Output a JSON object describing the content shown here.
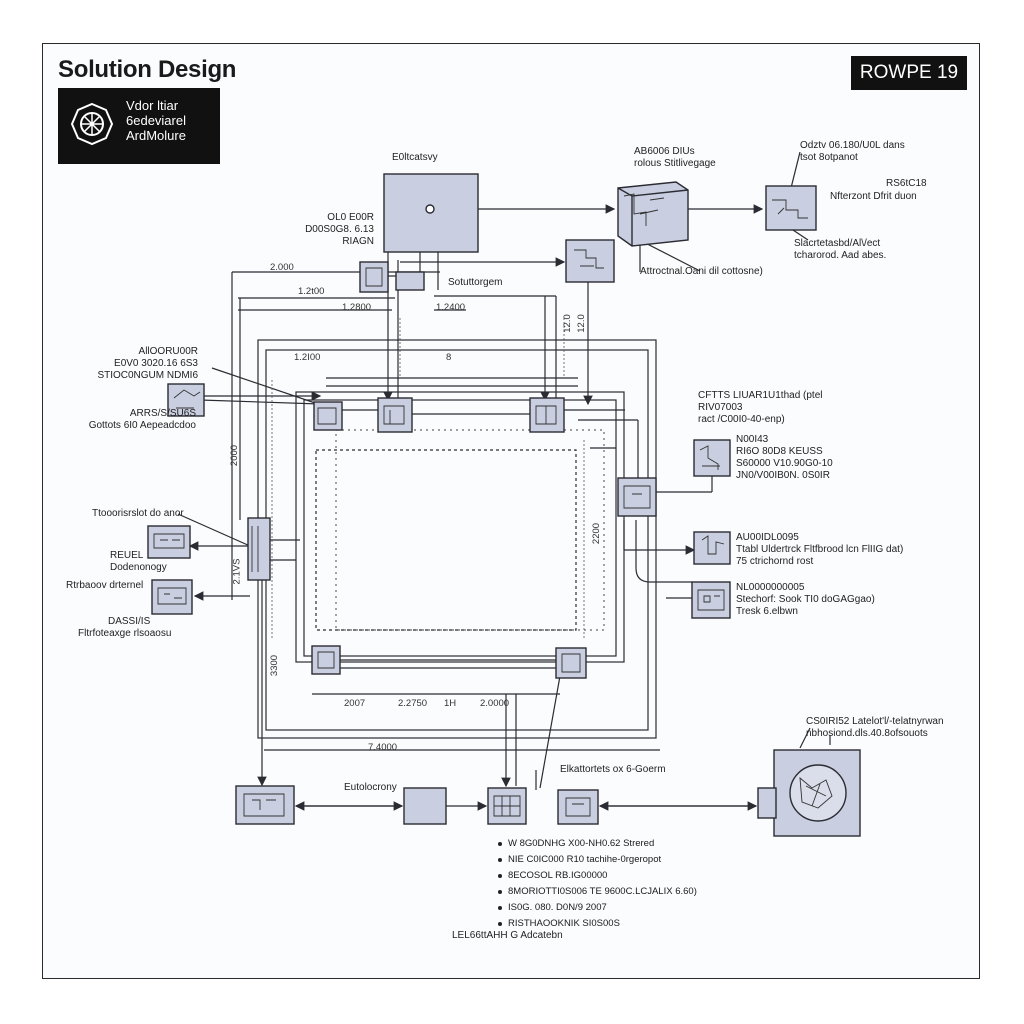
{
  "header": {
    "title": "Solution Design",
    "revision_badge": "ROWPE 19",
    "logo_text": [
      "Vdor ltiar",
      "6edeviarel",
      "ArdMolure"
    ]
  },
  "labels": {
    "server_top": "E0ltcatsvy",
    "top_left_a": [
      "OL0 E00R",
      "D00S0G8. 6.13",
      "RIAGN"
    ],
    "arrow_top_mid": [
      "AB6006 DIUs",
      "rolous Stitlivegage"
    ],
    "top_right_a": [
      "Odztv 06.180/U0L dans",
      "tsot 8otpanot"
    ],
    "top_right_b": [
      "RS6tC18",
      "Nfterzont Dfrit duon"
    ],
    "top_right_c": [
      "Slacrtetasbd/Al\\/ect",
      "tcharorod. Aad abes."
    ],
    "arrow_attr": "Attroctnal.Oani dil cottosne)",
    "sub_label": "Sotuttorgem",
    "left_1": [
      "AllOORU00R",
      "E0V0 3020.16 6S3",
      "STIOC0NGUM NDMI6"
    ],
    "left_2": [
      "ARRS/S/SU6S",
      "Gottots 6I0 Aepeadcdoo"
    ],
    "left_3": [
      "Ttooorisrslot do anor"
    ],
    "left_4": [
      "REUEL",
      "Dodenonogy"
    ],
    "left_5": [
      "Rtrbaoov drternel"
    ],
    "left_6": [
      "DASSI/IS",
      "Fltrfoteaxge rlsoaosu"
    ],
    "right_1": [
      "CFTTS LIUAR1U1thad (ptel",
      "RIV07003",
      "ract /C00I0-40-enp)"
    ],
    "right_2": [
      "N00I43",
      "RI6O 80D8 KEUSS",
      "S60000 V10.90G0-10",
      "JN0/V00IB0N. 0S0IR"
    ],
    "right_3": [
      "AU00IDL0095",
      "Ttabl Uldertrck Fltfbrood lcn FlIIG dat)",
      "75 ctrichornd rost"
    ],
    "right_4": [
      "NL0000000005",
      "Stechorf: Sook TI0 doGAGgao)",
      "Tresk 6.elbwn"
    ],
    "right_5": [
      "CS0IRI52 Latelot'l/-telatnyrwan",
      "nbhosiond.dls.40.8ofsouots"
    ],
    "bottom_left": "Eutolocrony",
    "bottom_mid": "Elkattortets ox 6-Goerm",
    "footer": "LEL66ttAHH G Adcatebn"
  },
  "dimensions": {
    "d1": "2.000",
    "d2": "1.2t00",
    "d3": "1.2800",
    "d4": "1.2400",
    "d5": "1.2I00",
    "d6": "8",
    "d7": "2000",
    "d8": "2200",
    "d9": "2.1VS",
    "d10": "3300",
    "d11": "2007",
    "d12": "2.2750",
    "d13": "1H",
    "d14": "2.0000",
    "d15": "7.4000",
    "d16": "12.0",
    "d17": "12.0"
  },
  "notes": [
    "W 8G0DNHG X00-NH0.62 Strered",
    "NIE C0IC000 R10 tachihe-0rgeropot",
    "8ECOSOL RB.IG00000",
    "8MORIOTTI0S006 TE 9600C.LCJALIX 6.60)",
    "IS0G. 080. D0N/9 2007",
    "RISTHAOOKNIK SI0S00S"
  ],
  "colors": {
    "module_fill": "#c9cfe0",
    "stroke": "#2b2b33",
    "badge_bg": "#111111"
  }
}
